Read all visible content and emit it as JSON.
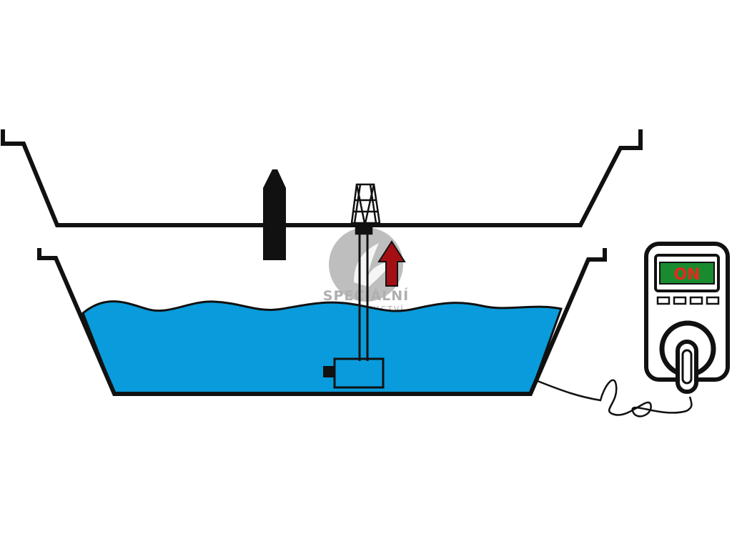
{
  "timer": {
    "display_text": "ON",
    "display_bg": "#1a8a2e",
    "display_fg": "#e8281e"
  },
  "watermark": {
    "line1": "SPECIÁLNÍ",
    "line2": "ZAHRADNICTVÍ"
  },
  "colors": {
    "water": "#099bdb",
    "outline": "#111111",
    "arrow": "#a40f14",
    "watermark": "#7a7a7a"
  },
  "icons": {
    "timer": "plug-in-timer-icon",
    "pump": "submersible-pump-icon",
    "flow": "upward-flow-arrow-icon",
    "nozzle": "spray-nozzle-icon",
    "float": "float-valve-icon"
  }
}
